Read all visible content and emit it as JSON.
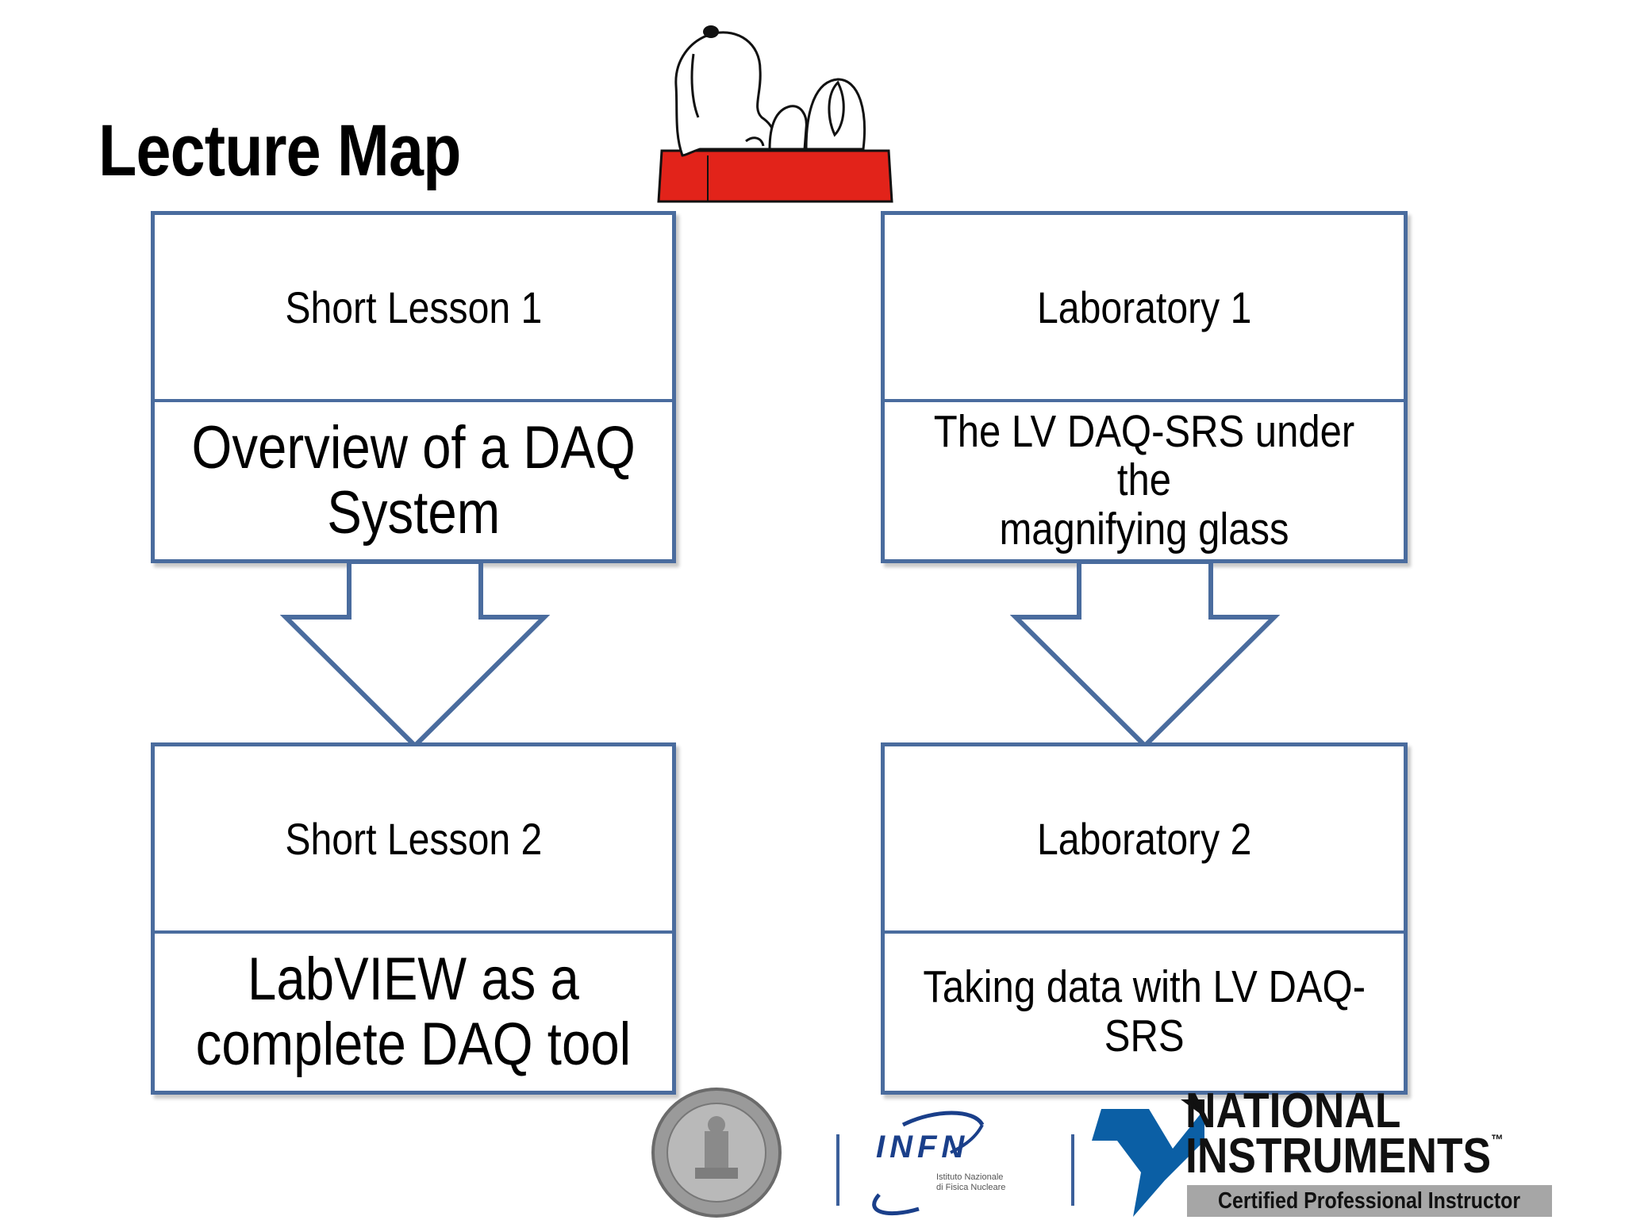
{
  "slide": {
    "title": "Lecture Map"
  },
  "boxes": [
    {
      "header": "Short Lesson 1",
      "body": "Overview of a DAQ\nSystem"
    },
    {
      "header": "Laboratory 1",
      "body": "The LV DAQ-SRS under the\nmagnifying glass"
    },
    {
      "header": "Short Lesson 2",
      "body": "LabVIEW as a\ncomplete DAQ tool"
    },
    {
      "header": "Laboratory 2",
      "body": "Taking data with LV DAQ-\nSRS"
    }
  ],
  "logos": {
    "infn_name": "INFN",
    "infn_subtitle": "Istituto Nazionale\ndi Fisica Nucleare",
    "ni_name": "NATIONAL\nINSTRUMENTS",
    "ni_trademark": "™",
    "ni_certification": "Certified Professional Instructor"
  },
  "colors": {
    "box_border": "#4a6c9e",
    "doghouse": "#e2231a",
    "infn_blue": "#1a3f8a",
    "ni_blue": "#0b5fa5"
  }
}
